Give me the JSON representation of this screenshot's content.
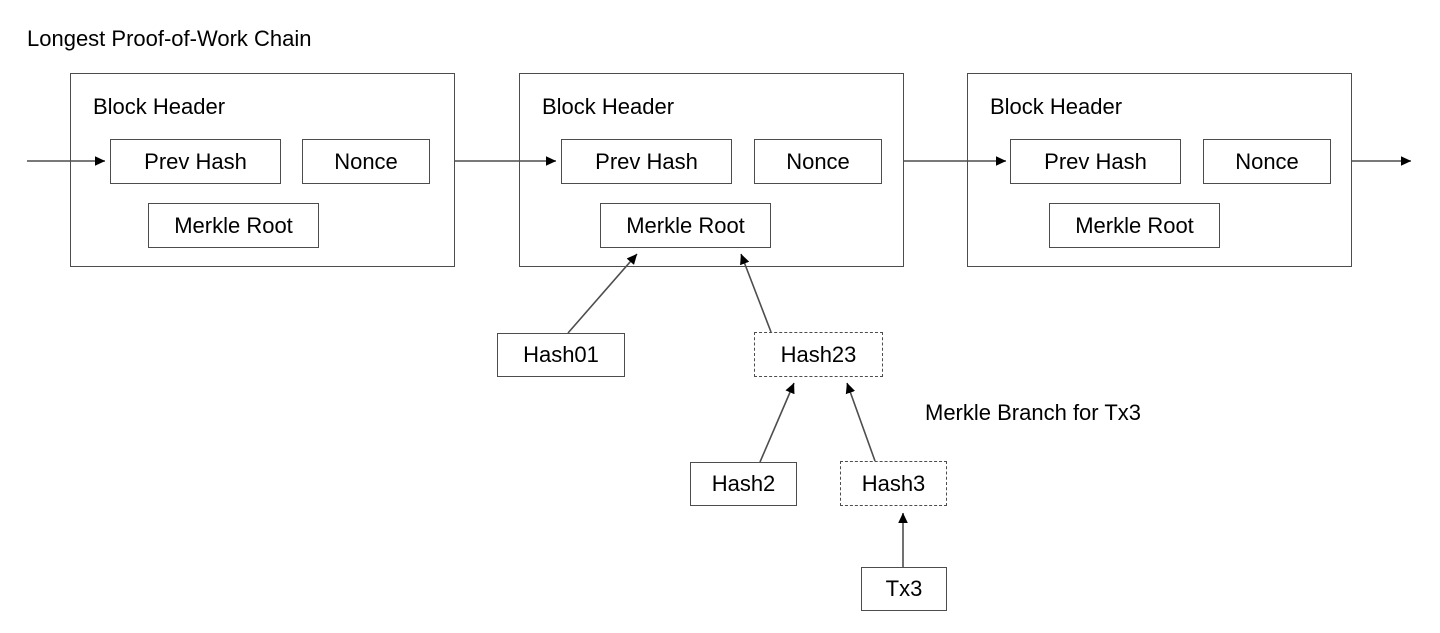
{
  "diagram": {
    "title": "Longest Proof-of-Work Chain",
    "branch_label": "Merkle Branch for Tx3",
    "colors": {
      "stroke": "#4d4d4d",
      "arrow": "#000000",
      "text": "#000000",
      "background": "#ffffff"
    }
  },
  "blocks": [
    {
      "header_label": "Block Header",
      "prev_hash_label": "Prev Hash",
      "nonce_label": "Nonce",
      "merkle_root_label": "Merkle Root"
    },
    {
      "header_label": "Block Header",
      "prev_hash_label": "Prev Hash",
      "nonce_label": "Nonce",
      "merkle_root_label": "Merkle Root"
    },
    {
      "header_label": "Block Header",
      "prev_hash_label": "Prev Hash",
      "nonce_label": "Nonce",
      "merkle_root_label": "Merkle Root"
    }
  ],
  "merkle_tree": {
    "nodes": [
      {
        "label": "Hash01",
        "style": "solid"
      },
      {
        "label": "Hash23",
        "style": "dashed"
      },
      {
        "label": "Hash2",
        "style": "solid"
      },
      {
        "label": "Hash3",
        "style": "dashed"
      },
      {
        "label": "Tx3",
        "style": "solid"
      }
    ]
  }
}
